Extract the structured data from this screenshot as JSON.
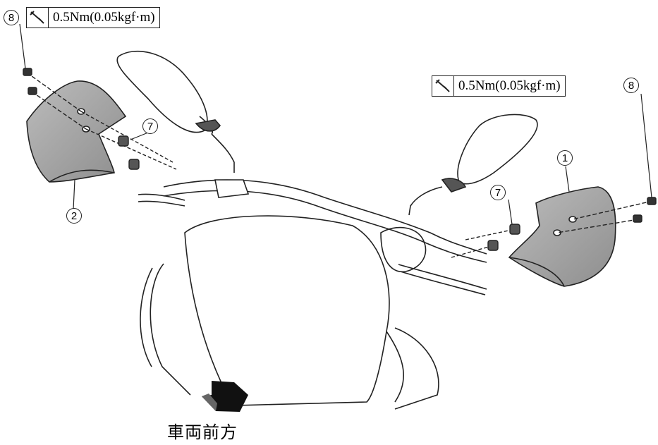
{
  "callouts": {
    "left_torque": "0.5Nm(0.05kgf·m)",
    "right_torque": "0.5Nm(0.05kgf·m)"
  },
  "labels": {
    "part_1": "1",
    "part_2": "2",
    "part_7_left": "7",
    "part_7_right": "7",
    "part_8_left": "8",
    "part_8_right": "8"
  },
  "caption": "車両前方",
  "icons": [
    "torque-wrench-icon",
    "forward-arrow-icon"
  ]
}
